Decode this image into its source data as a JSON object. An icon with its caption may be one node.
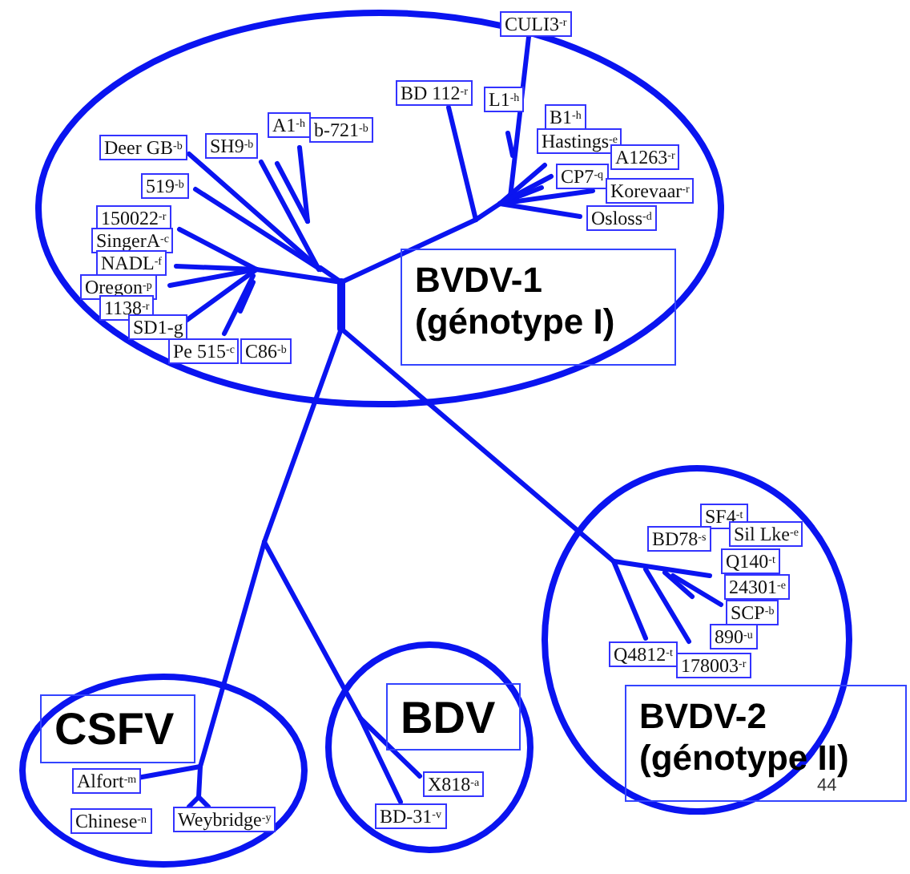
{
  "diagram": {
    "nodes": [
      {
        "text": [],
        "shape": "ellipse"
      },
      {
        "text": [
          "BVDV-1 (génotype I)"
        ],
        "in": 0
      },
      {
        "text": [
          "CULI3$^{-r}$"
        ]
      },
      {
        "text": [
          "BD 112$^{-r}$"
        ],
        "in": 0
      },
      {
        "text": [
          "L1$^{-h}$"
        ],
        "in": 0
      },
      {
        "text": [
          "B1$^{-h}$"
        ],
        "in": 0
      },
      {
        "text": [
          "A1$^{-h}$"
        ],
        "in": 0
      },
      {
        "text": [
          "b-721$^{-b}$"
        ],
        "in": 0
      },
      {
        "text": [
          "Hastings$^{-e}$"
        ],
        "in": 0
      },
      {
        "text": [
          "Deer GB$^{-b}$"
        ],
        "in": 0
      },
      {
        "text": [
          "SH9$^{-b}$"
        ],
        "in": 0
      },
      {
        "text": [
          "A1263$^{-r}$"
        ],
        "in": 0
      },
      {
        "text": [
          "CP7$^{-q}$"
        ],
        "in": 0
      },
      {
        "text": [
          "519$^{-b}$"
        ],
        "in": 0
      },
      {
        "text": [
          "Korevaar$^{-r}$"
        ],
        "in": 0
      },
      {
        "text": [
          "150022$^{-r}$"
        ],
        "in": 0
      },
      {
        "text": [
          "Osloss$^{-d}$"
        ],
        "in": 0
      },
      {
        "text": [
          "SingerA$^{-c}$"
        ],
        "in": 0
      },
      {
        "text": [
          "NADL$^{-f}$"
        ],
        "in": 0
      },
      {
        "text": [
          "Oregon$^{-p}$"
        ],
        "in": 0
      },
      {
        "text": [
          "1138$^{-r}$"
        ],
        "in": 0
      },
      {
        "text": [
          "SD1-g"
        ],
        "in": 0
      },
      {
        "text": [
          "C86$^{-b}$"
        ],
        "in": 0
      },
      {
        "text": [
          "Pe 515$^{-c}$"
        ],
        "in": 0
      },
      {
        "text": [],
        "shape": "ellipse"
      },
      {
        "text": [
          "BVDV-2 (génotype II)"
        ]
      },
      {
        "text": [
          "SF4$^{-t}$"
        ],
        "in": 24
      },
      {
        "text": [
          "Sil Lke$^{-e}$"
        ],
        "in": 24
      },
      {
        "text": [
          "BD78$^{-s}$"
        ],
        "in": 24
      },
      {
        "text": [
          "Q140$^{-t}$"
        ],
        "in": 24
      },
      {
        "text": [
          "24301$^{-e}$"
        ],
        "in": 24
      },
      {
        "text": [
          "SCP$^{-b}$"
        ],
        "in": 24
      },
      {
        "text": [
          "890$^{-u}$"
        ],
        "in": 24
      },
      {
        "text": [
          "Q4812$^{-t}$"
        ],
        "in": 24
      },
      {
        "text": [
          "178003$^{-r}$"
        ],
        "in": 24
      },
      {
        "text": [],
        "shape": "ellipse"
      },
      {
        "text": [
          "CSFV"
        ],
        "in": 35
      },
      {
        "text": [
          "Alfort$^{-m}$"
        ],
        "in": 35
      },
      {
        "text": [
          "Chinese$^{-n}$"
        ],
        "in": 35
      },
      {
        "text": [
          "Weybridge$^{-y}$"
        ],
        "in": 35
      },
      {
        "text": [],
        "shape": "ellipse"
      },
      {
        "text": [
          "BDV"
        ],
        "in": 40
      },
      {
        "text": [
          "X818$^{-a}$"
        ],
        "in": 40
      },
      {
        "text": [
          "BD-31$^{-v}$"
        ],
        "in": 40
      }
    ],
    "labels": [
      "44"
    ]
  }
}
